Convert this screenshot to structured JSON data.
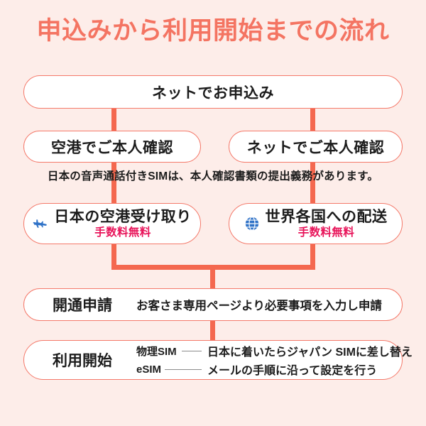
{
  "page": {
    "title": "申込みから利用開始までの流れ",
    "background_color": "#FDEDE9",
    "accent_color": "#F4684F",
    "title_color": "#F47462",
    "highlight_color": "#E8145A",
    "icon_color": "#2F72C7"
  },
  "flow": {
    "step1": {
      "label": "ネットでお申込み"
    },
    "step2": {
      "left": {
        "label": "空港でご本人確認"
      },
      "right": {
        "label": "ネットでご本人確認"
      }
    },
    "note": "日本の音声通話付きSIMは、本人確認書類の提出義務があります。",
    "step3": {
      "left": {
        "icon": "airplane-icon",
        "label": "日本の空港受け取り",
        "badge": "手数料無料"
      },
      "right": {
        "icon": "globe-icon",
        "label": "世界各国への配送",
        "badge": "手数料無料"
      }
    },
    "step4": {
      "label": "開通申請",
      "description": "お客さま専用ページより必要事項を入力し申請"
    },
    "step5": {
      "label": "利用開始",
      "rows": [
        {
          "kind": "物理SIM",
          "text": "日本に着いたらジャパン SIMに差し替え"
        },
        {
          "kind": "eSIM",
          "text": "メールの手順に沿って設定を行う"
        }
      ]
    }
  }
}
